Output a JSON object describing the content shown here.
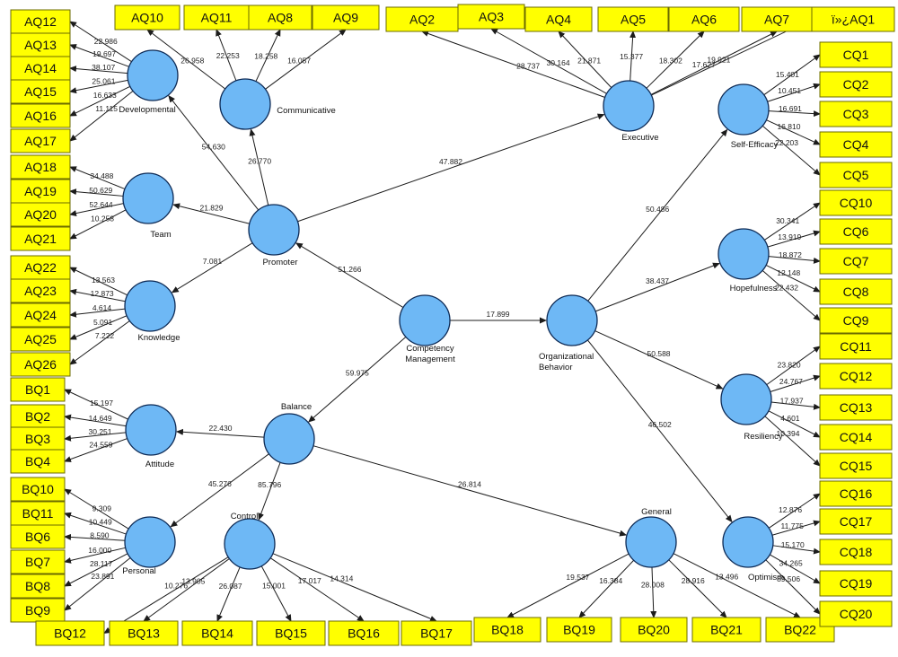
{
  "latent_variables": {
    "cm": "Competency Management",
    "promoter": "Promoter",
    "balance": "Balance",
    "ob": "Organizational Behavior",
    "developmental": "Developmental",
    "communicative": "Communicative",
    "team": "Team",
    "knowledge": "Knowledge",
    "executive": "Executive",
    "attitude": "Attitude",
    "personal": "Personal",
    "control": "Control",
    "general": "General",
    "self_efficacy": "Self-Efficacy",
    "hopefulness": "Hopefulness",
    "resiliency": "Resiliency",
    "optimism": "Optimism"
  },
  "indicators": {
    "AQ12": "AQ12",
    "AQ13": "AQ13",
    "AQ14": "AQ14",
    "AQ15": "AQ15",
    "AQ16": "AQ16",
    "AQ17": "AQ17",
    "AQ18": "AQ18",
    "AQ19": "AQ19",
    "AQ20": "AQ20",
    "AQ21": "AQ21",
    "AQ22": "AQ22",
    "AQ23": "AQ23",
    "AQ24": "AQ24",
    "AQ25": "AQ25",
    "AQ26": "AQ26",
    "AQ10": "AQ10",
    "AQ11": "AQ11",
    "AQ8": "AQ8",
    "AQ9": "AQ9",
    "AQ2": "AQ2",
    "AQ3": "AQ3",
    "AQ4": "AQ4",
    "AQ5": "AQ5",
    "AQ6": "AQ6",
    "AQ7": "AQ7",
    "AQ1": "ï»¿AQ1",
    "BQ1": "BQ1",
    "BQ2": "BQ2",
    "BQ3": "BQ3",
    "BQ4": "BQ4",
    "BQ10": "BQ10",
    "BQ11": "BQ11",
    "BQ6": "BQ6",
    "BQ7": "BQ7",
    "BQ8": "BQ8",
    "BQ9": "BQ9",
    "BQ12": "BQ12",
    "BQ13": "BQ13",
    "BQ14": "BQ14",
    "BQ15": "BQ15",
    "BQ16": "BQ16",
    "BQ17": "BQ17",
    "BQ18": "BQ18",
    "BQ19": "BQ19",
    "BQ20": "BQ20",
    "BQ21": "BQ21",
    "BQ22": "BQ22",
    "CQ1": "CQ1",
    "CQ2": "CQ2",
    "CQ3": "CQ3",
    "CQ4": "CQ4",
    "CQ5": "CQ5",
    "CQ10": "CQ10",
    "CQ6": "CQ6",
    "CQ7": "CQ7",
    "CQ8": "CQ8",
    "CQ9": "CQ9",
    "CQ11": "CQ11",
    "CQ12": "CQ12",
    "CQ13": "CQ13",
    "CQ14": "CQ14",
    "CQ15": "CQ15",
    "CQ16": "CQ16",
    "CQ17": "CQ17",
    "CQ18": "CQ18",
    "CQ19": "CQ19",
    "CQ20": "CQ20"
  },
  "path_coefficients": [
    {
      "from": "cm",
      "to": "promoter",
      "value": "51.266"
    },
    {
      "from": "cm",
      "to": "balance",
      "value": "59.975"
    },
    {
      "from": "cm",
      "to": "ob",
      "value": "17.899"
    },
    {
      "from": "promoter",
      "to": "developmental",
      "value": "54.630"
    },
    {
      "from": "promoter",
      "to": "communicative",
      "value": "26.770"
    },
    {
      "from": "promoter",
      "to": "team",
      "value": "21.829"
    },
    {
      "from": "promoter",
      "to": "knowledge",
      "value": "7.081"
    },
    {
      "from": "promoter",
      "to": "executive",
      "value": "47.882"
    },
    {
      "from": "balance",
      "to": "attitude",
      "value": "22.430"
    },
    {
      "from": "balance",
      "to": "personal",
      "value": "45.276"
    },
    {
      "from": "balance",
      "to": "control",
      "value": "85.796"
    },
    {
      "from": "balance",
      "to": "general",
      "value": "26.814"
    },
    {
      "from": "ob",
      "to": "self_efficacy",
      "value": "50.486"
    },
    {
      "from": "ob",
      "to": "hopefulness",
      "value": "38.437"
    },
    {
      "from": "ob",
      "to": "resiliency",
      "value": "50.588"
    },
    {
      "from": "ob",
      "to": "optimism",
      "value": "46.502"
    }
  ],
  "outer_weights": [
    {
      "lv": "developmental",
      "ind": "AQ12",
      "value": "22.986"
    },
    {
      "lv": "developmental",
      "ind": "AQ13",
      "value": "19.697"
    },
    {
      "lv": "developmental",
      "ind": "AQ14",
      "value": "38.107"
    },
    {
      "lv": "developmental",
      "ind": "AQ15",
      "value": "25.061"
    },
    {
      "lv": "developmental",
      "ind": "AQ16",
      "value": "16.633"
    },
    {
      "lv": "developmental",
      "ind": "AQ17",
      "value": "11.115"
    },
    {
      "lv": "communicative",
      "ind": "AQ10",
      "value": "26.958"
    },
    {
      "lv": "communicative",
      "ind": "AQ11",
      "value": "22.253"
    },
    {
      "lv": "communicative",
      "ind": "AQ8",
      "value": "18.258"
    },
    {
      "lv": "communicative",
      "ind": "AQ9",
      "value": "16.057"
    },
    {
      "lv": "team",
      "ind": "AQ18",
      "value": "34.488"
    },
    {
      "lv": "team",
      "ind": "AQ19",
      "value": "50.629"
    },
    {
      "lv": "team",
      "ind": "AQ20",
      "value": "52.644"
    },
    {
      "lv": "team",
      "ind": "AQ21",
      "value": "10.258"
    },
    {
      "lv": "knowledge",
      "ind": "AQ22",
      "value": "13.563"
    },
    {
      "lv": "knowledge",
      "ind": "AQ23",
      "value": "12.873"
    },
    {
      "lv": "knowledge",
      "ind": "AQ24",
      "value": "4.614"
    },
    {
      "lv": "knowledge",
      "ind": "AQ25",
      "value": "5.091"
    },
    {
      "lv": "knowledge",
      "ind": "AQ26",
      "value": "7.222"
    },
    {
      "lv": "executive",
      "ind": "AQ2",
      "value": "28.737"
    },
    {
      "lv": "executive",
      "ind": "AQ3",
      "value": "30.164"
    },
    {
      "lv": "executive",
      "ind": "AQ4",
      "value": "21.871"
    },
    {
      "lv": "executive",
      "ind": "AQ5",
      "value": "15.377"
    },
    {
      "lv": "executive",
      "ind": "AQ6",
      "value": "18.302"
    },
    {
      "lv": "executive",
      "ind": "AQ7",
      "value": "17.627"
    },
    {
      "lv": "executive",
      "ind": "AQ1",
      "value": "19.921"
    },
    {
      "lv": "attitude",
      "ind": "BQ1",
      "value": "15.197"
    },
    {
      "lv": "attitude",
      "ind": "BQ2",
      "value": "14.649"
    },
    {
      "lv": "attitude",
      "ind": "BQ3",
      "value": "30.251"
    },
    {
      "lv": "attitude",
      "ind": "BQ4",
      "value": "24.559"
    },
    {
      "lv": "personal",
      "ind": "BQ10",
      "value": "9.309"
    },
    {
      "lv": "personal",
      "ind": "BQ11",
      "value": "10.449"
    },
    {
      "lv": "personal",
      "ind": "BQ6",
      "value": "8.590"
    },
    {
      "lv": "personal",
      "ind": "BQ7",
      "value": "16.000"
    },
    {
      "lv": "personal",
      "ind": "BQ8",
      "value": "28.117"
    },
    {
      "lv": "personal",
      "ind": "BQ9",
      "value": "23.891"
    },
    {
      "lv": "control",
      "ind": "BQ12",
      "value": "10.276"
    },
    {
      "lv": "control",
      "ind": "BQ13",
      "value": "13.905"
    },
    {
      "lv": "control",
      "ind": "BQ14",
      "value": "26.087"
    },
    {
      "lv": "control",
      "ind": "BQ15",
      "value": "15.001"
    },
    {
      "lv": "control",
      "ind": "BQ16",
      "value": "17.017"
    },
    {
      "lv": "control",
      "ind": "BQ17",
      "value": "14.314"
    },
    {
      "lv": "general",
      "ind": "BQ18",
      "value": "19.537"
    },
    {
      "lv": "general",
      "ind": "BQ19",
      "value": "16.384"
    },
    {
      "lv": "general",
      "ind": "BQ20",
      "value": "28.008"
    },
    {
      "lv": "general",
      "ind": "BQ21",
      "value": "28.916"
    },
    {
      "lv": "general",
      "ind": "BQ22",
      "value": "13.496"
    },
    {
      "lv": "self_efficacy",
      "ind": "CQ1",
      "value": "15.401"
    },
    {
      "lv": "self_efficacy",
      "ind": "CQ2",
      "value": "10.451"
    },
    {
      "lv": "self_efficacy",
      "ind": "CQ3",
      "value": "16.691"
    },
    {
      "lv": "self_efficacy",
      "ind": "CQ4",
      "value": "16.810"
    },
    {
      "lv": "self_efficacy",
      "ind": "CQ5",
      "value": "22.203"
    },
    {
      "lv": "hopefulness",
      "ind": "CQ10",
      "value": "30.341"
    },
    {
      "lv": "hopefulness",
      "ind": "CQ6",
      "value": "13.919"
    },
    {
      "lv": "hopefulness",
      "ind": "CQ7",
      "value": "18.872"
    },
    {
      "lv": "hopefulness",
      "ind": "CQ8",
      "value": "12.148"
    },
    {
      "lv": "hopefulness",
      "ind": "CQ9",
      "value": "22.432"
    },
    {
      "lv": "resiliency",
      "ind": "CQ11",
      "value": "23.820"
    },
    {
      "lv": "resiliency",
      "ind": "CQ12",
      "value": "24.767"
    },
    {
      "lv": "resiliency",
      "ind": "CQ13",
      "value": "17.937"
    },
    {
      "lv": "resiliency",
      "ind": "CQ14",
      "value": "4.601"
    },
    {
      "lv": "resiliency",
      "ind": "CQ15",
      "value": "10.394"
    },
    {
      "lv": "optimism",
      "ind": "CQ16",
      "value": "12.876"
    },
    {
      "lv": "optimism",
      "ind": "CQ17",
      "value": "11.775"
    },
    {
      "lv": "optimism",
      "ind": "CQ18",
      "value": "15.170"
    },
    {
      "lv": "optimism",
      "ind": "CQ19",
      "value": "34.265"
    },
    {
      "lv": "optimism",
      "ind": "CQ20",
      "value": "89.506"
    }
  ],
  "colors": {
    "latent_fill": "#6eb8f5",
    "latent_stroke": "#0d2a55",
    "indicator_fill": "#ffff00",
    "indicator_stroke": "#6b6b00",
    "edge": "#1c1c1c"
  }
}
